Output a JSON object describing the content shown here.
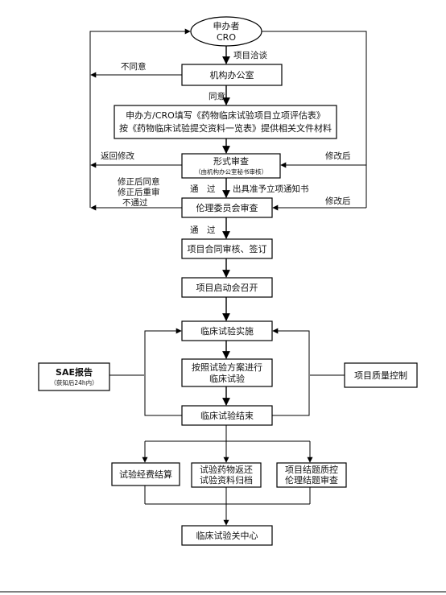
{
  "nodes": {
    "sponsor": {
      "line1": "申办者",
      "line2": "CRO"
    },
    "office": "机构办公室",
    "fill_forms": {
      "line1": "申办方/CRO填写《药物临床试验项目立项评估表》",
      "line2": "按《药物临床试验提交资料一览表》提供相关文件材料"
    },
    "formal_review": {
      "title": "形式审查",
      "sub": "（由机构办公室秘书审核）"
    },
    "ethics_review": "伦理委员会审查",
    "contract": "项目合同审核、签订",
    "kickoff": "项目启动会召开",
    "implementation": "临床试验实施",
    "per_protocol": {
      "line1": "按照试验方案进行",
      "line2": "临床试验"
    },
    "trial_end": "临床试验结束",
    "sae": {
      "title": "SAE报告",
      "sub": "（获知后24h内）"
    },
    "quality_control": "项目质量控制",
    "fee_settlement": "试验经费结算",
    "drug_return": {
      "line1": "试验药物返还",
      "line2": "试验资料归档"
    },
    "closing_qc": {
      "line1": "项目结题质控",
      "line2": "伦理结题审查"
    },
    "close_center": "临床试验关中心"
  },
  "edge_labels": {
    "project_negotiation": "项目洽谈",
    "disagree": "不同意",
    "agree": "同意",
    "return_revise": "返回修改",
    "after_revise_1": "修改后",
    "pass_1": "通　过",
    "issue_notice": "出具准予立项通知书",
    "revise_agree": "修正后同意",
    "revise_rereview": "修正后重审",
    "not_pass": "不通过",
    "after_revise_2": "修改后",
    "pass_2": "通　过"
  }
}
